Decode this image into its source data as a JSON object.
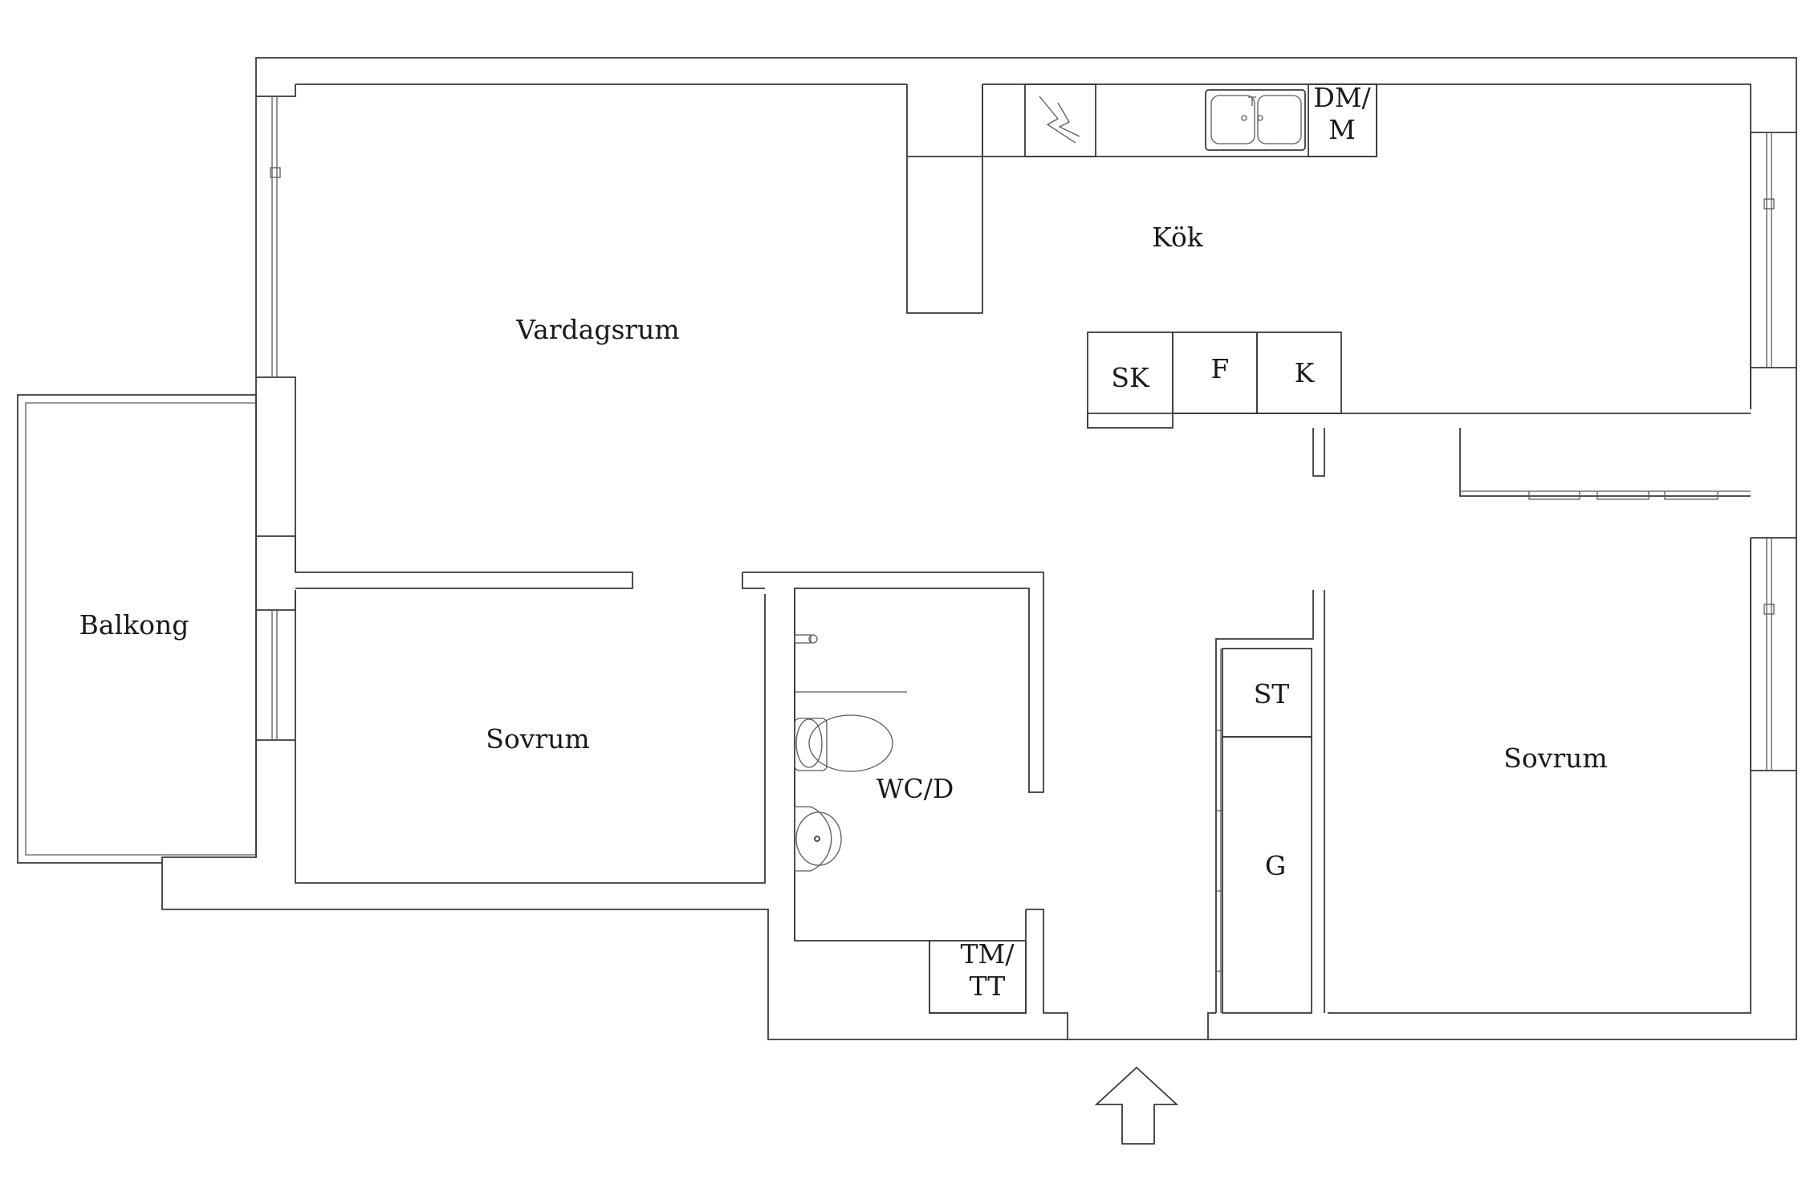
{
  "rooms": {
    "living": "Vardagsrum",
    "kitchen": "Kök",
    "balcony": "Balkong",
    "bedroom_left": "Sovrum",
    "bedroom_right": "Sovrum",
    "bathroom": "WC/D"
  },
  "fixtures": {
    "dishwasher_line1": "DM/",
    "dishwasher_line2": "M",
    "cabinet": "SK",
    "freezer": "F",
    "fridge": "K",
    "wardrobe_shelf": "ST",
    "wardrobe_hanging": "G",
    "laundry_line1": "TM/",
    "laundry_line2": "TT"
  },
  "icons": {
    "entrance": "entrance-arrow-icon",
    "stove": "stove-icon",
    "sink": "kitchen-sink-icon",
    "toilet": "toilet-icon",
    "washbasin": "washbasin-icon"
  }
}
